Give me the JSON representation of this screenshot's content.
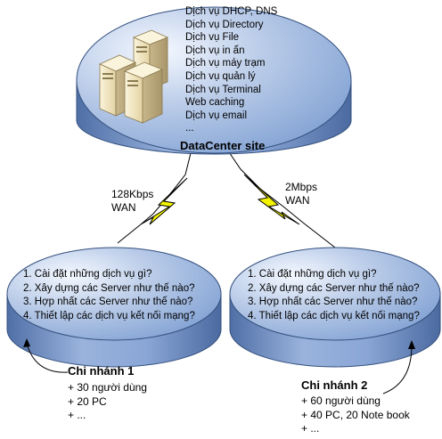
{
  "datacenter": {
    "title": "DataCenter site",
    "services": [
      "Dịch vụ DHCP, DNS",
      "Dịch vụ  Directory",
      "Dịch vụ File",
      "Dịch vụ in ấn",
      "Dịch vụ máy trạm",
      "Dịch vụ quản lý",
      "Dịch vụ Terminal",
      "Web caching",
      "Dịch vụ email",
      "..."
    ]
  },
  "links": {
    "left": {
      "speed": "128Kbps",
      "type": "WAN"
    },
    "right": {
      "speed": "2Mbps",
      "type": "WAN"
    }
  },
  "branches": [
    {
      "questions": [
        "1. Cài đặt những dịch vụ gì?",
        "2. Xây dựng các Server như thế nào?",
        "3. Hợp nhất các Server như thế nào?",
        "4. Thiết lập các dịch vụ kết nối mạng?"
      ],
      "name": "Chi nhánh 1",
      "stats": [
        "+ 30 người dùng",
        "+ 20 PC",
        "+ ..."
      ]
    },
    {
      "questions": [
        "1. Cài đặt những dịch vụ gì?",
        "2. Xây dựng các Server như thế nào?",
        "3. Hợp nhất các Server như thế nào?",
        "4. Thiết lập các dịch vụ kết nối mạng?"
      ],
      "name": "Chi nhánh 2",
      "stats": [
        "+ 60 người dùng",
        "+ 40 PC, 20 Note book",
        "+ ..."
      ]
    }
  ],
  "colors": {
    "disk_top_light": "#f4f8ff",
    "disk_top_mid": "#b9cbe8",
    "disk_top_dark": "#7e9fd2",
    "disk_side": "#7090c4",
    "disk_outline": "#34507e",
    "lightning_fill": "#f3f300",
    "server_body": "#f1e6c2",
    "server_shade": "#c8b78a"
  }
}
